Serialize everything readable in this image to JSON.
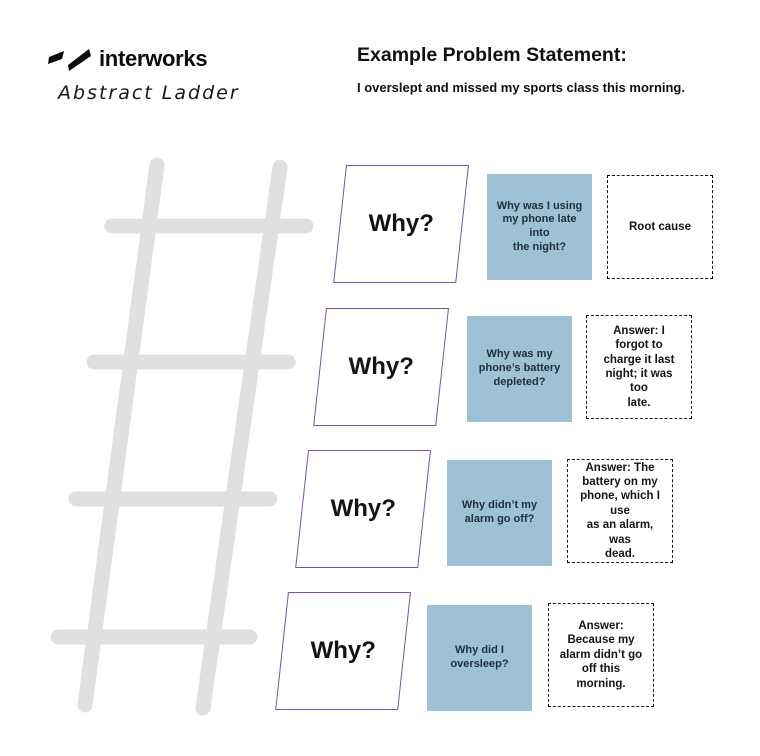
{
  "brand": {
    "logo_text": "interworks",
    "board_title": "Abstract Ladder"
  },
  "header": {
    "title": "Example Problem Statement:",
    "subtitle": "I overslept and missed my sports class this morning."
  },
  "ladder": {
    "rungs": 4,
    "style": "gray sketch ladder, decorative"
  },
  "colors": {
    "question_fill": "#9ec1d6",
    "shape_border": "#7b52a8",
    "ladder_gray": "#e0e0e1",
    "ink": "#17171a",
    "question_text": "#20303c"
  },
  "rows": [
    {
      "why_label": "Why?",
      "question": "Why was I using\nmy phone late into\nthe night?",
      "answer": "Root cause"
    },
    {
      "why_label": "Why?",
      "question": "Why was my\nphone’s battery\ndepleted?",
      "answer": "Answer: I forgot to\ncharge it last\nnight; it was too\nlate."
    },
    {
      "why_label": "Why?",
      "question": "Why didn’t my\nalarm go off?",
      "answer": "Answer: The\nbattery on my\nphone, which I use\nas an alarm, was\ndead."
    },
    {
      "why_label": "Why?",
      "question": "Why did I\noversleep?",
      "answer": "Answer:\nBecause my\nalarm didn’t go\noff this morning."
    }
  ]
}
